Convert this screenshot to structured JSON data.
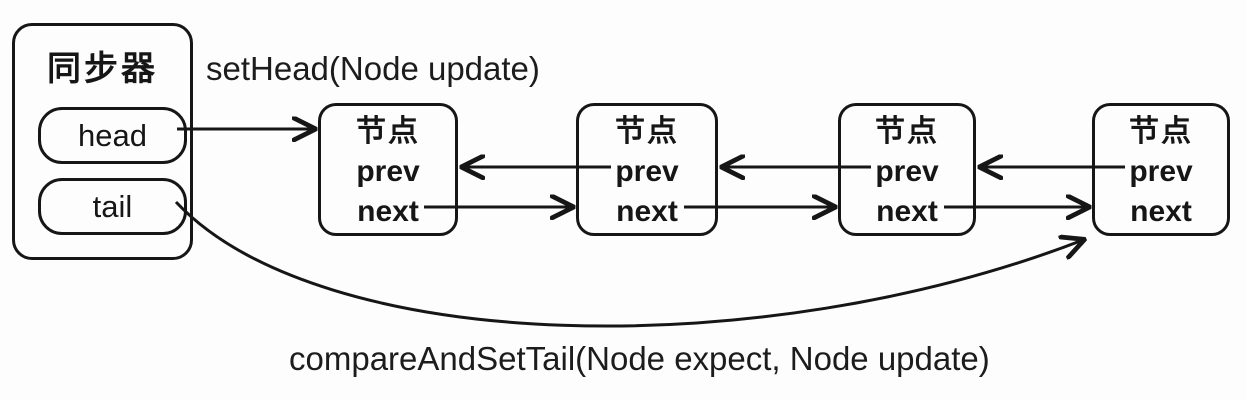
{
  "diagram_type": "linked-queue-structure",
  "colors": {
    "ink": "#161616",
    "background": "#fdfdfd"
  },
  "synchronizer": {
    "title": "同步器",
    "head": "head",
    "tail": "tail"
  },
  "methods": {
    "set_head": "setHead(Node update)",
    "compare_and_set_tail": "compareAndSetTail(Node expect, Node update)"
  },
  "nodes": [
    {
      "title": "节点",
      "prev": "prev",
      "next": "next"
    },
    {
      "title": "节点",
      "prev": "prev",
      "next": "next"
    },
    {
      "title": "节点",
      "prev": "prev",
      "next": "next"
    },
    {
      "title": "节点",
      "prev": "prev",
      "next": "next"
    }
  ],
  "edges": [
    {
      "from": "head",
      "to": "node-1",
      "via": "setHead(Node update)"
    },
    {
      "from": "node-1.next",
      "to": "node-2"
    },
    {
      "from": "node-2.prev",
      "to": "node-1"
    },
    {
      "from": "node-2.next",
      "to": "node-3"
    },
    {
      "from": "node-3.prev",
      "to": "node-2"
    },
    {
      "from": "node-3.next",
      "to": "node-4"
    },
    {
      "from": "node-4.prev",
      "to": "node-3"
    },
    {
      "from": "tail",
      "to": "node-4",
      "via": "compareAndSetTail(Node expect, Node update)"
    }
  ]
}
